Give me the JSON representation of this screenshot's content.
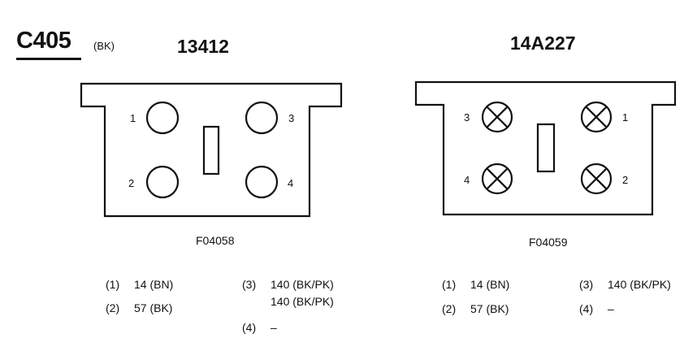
{
  "connector": {
    "id": "C405",
    "color_code": "(BK)"
  },
  "views": [
    {
      "part_number": "13412",
      "figure_code": "F04058",
      "pin_labels": [
        "1",
        "3",
        "2",
        "4"
      ],
      "wiring": [
        {
          "pin": "(1)",
          "circuit": "14 (BN)"
        },
        {
          "pin": "(2)",
          "circuit": "57 (BK)"
        },
        {
          "pin": "(3)",
          "circuit": "140 (BK/PK)",
          "extra": "140 (BK/PK)"
        },
        {
          "pin": "(4)",
          "circuit": "–"
        }
      ]
    },
    {
      "part_number": "14A227",
      "figure_code": "F04059",
      "pin_labels": [
        "3",
        "1",
        "4",
        "2"
      ],
      "wiring": [
        {
          "pin": "(1)",
          "circuit": "14 (BN)"
        },
        {
          "pin": "(2)",
          "circuit": "57 (BK)"
        },
        {
          "pin": "(3)",
          "circuit": "140 (BK/PK)"
        },
        {
          "pin": "(4)",
          "circuit": "–"
        }
      ]
    }
  ]
}
